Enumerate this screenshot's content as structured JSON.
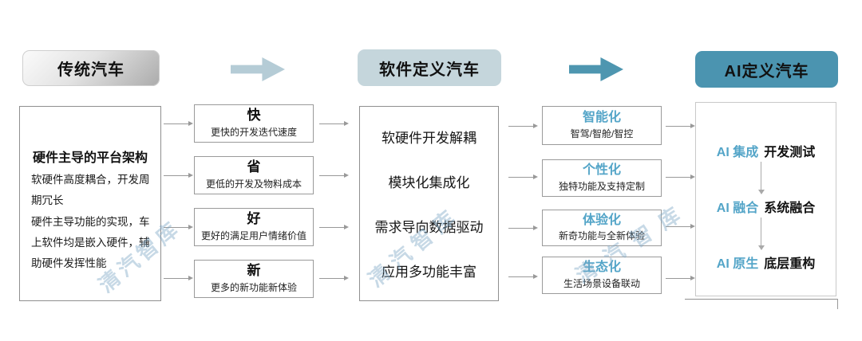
{
  "watermark": {
    "text": "清汽智库"
  },
  "headers": {
    "traditional": "传统汽车",
    "software_defined": "软件定义汽车",
    "ai_defined": "AI定义汽车"
  },
  "traditional_panel": {
    "title": "硬件主导的平台架构",
    "para1": "软硬件高度耦合，开发周期冗长",
    "para2": "硬件主导功能的实现，车上软件均是嵌入硬件，辅助硬件发挥性能"
  },
  "benefit_boxes": {
    "items": [
      {
        "title": "快",
        "desc": "更快的开发迭代速度"
      },
      {
        "title": "省",
        "desc": "更低的开发及物料成本"
      },
      {
        "title": "好",
        "desc": "更好的满足用户情绪价值"
      },
      {
        "title": "新",
        "desc": "更多的新功能新体验"
      }
    ]
  },
  "software_panel": {
    "rows": [
      "软硬件开发解耦",
      "模块化集成化",
      "需求导向数据驱动",
      "应用多功能丰富"
    ]
  },
  "trend_boxes": {
    "items": [
      {
        "title": "智能化",
        "desc": "智驾/智舱/智控"
      },
      {
        "title": "个性化",
        "desc": "独特功能及支持定制"
      },
      {
        "title": "体验化",
        "desc": "新奇功能与全新体验"
      },
      {
        "title": "生态化",
        "desc": "生活场景设备联动"
      }
    ]
  },
  "ai_panel": {
    "steps": [
      {
        "ai": "AI 集成",
        "label": "开发测试"
      },
      {
        "ai": "AI 融合",
        "label": "系统融合"
      },
      {
        "ai": "AI 原生",
        "label": "底层重构"
      }
    ]
  },
  "colors": {
    "accent_blue": "#54a5c8",
    "teal": "#4b94b0",
    "light_arrow_blue": "#b5ccd6",
    "sdv_header_bg": "#c5d6dc",
    "watermark_blue": "#9cbcd4"
  }
}
